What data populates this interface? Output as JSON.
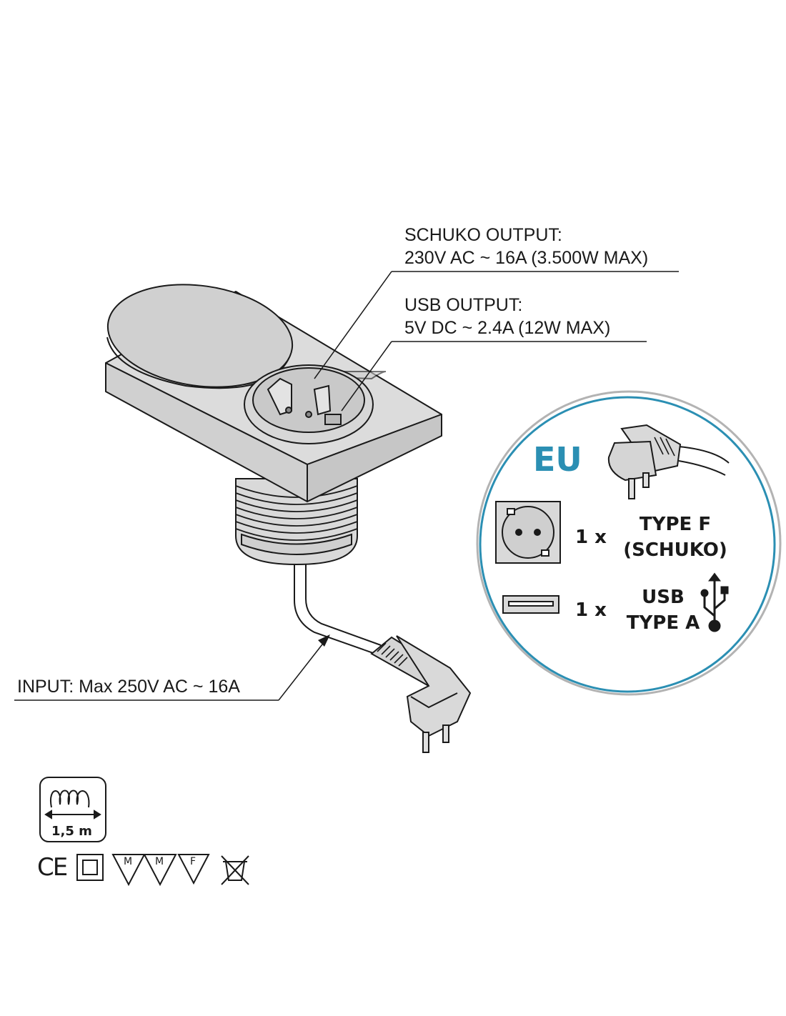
{
  "callouts": {
    "schuko_title": "SCHUKO OUTPUT:",
    "schuko_spec": "230V AC ~ 16A (3.500W MAX)",
    "usb_title": "USB OUTPUT:",
    "usb_spec": "5V DC ~ 2.4A  (12W MAX)",
    "input_spec": "INPUT: Max 250V AC ~ 16A"
  },
  "detail_circle": {
    "region": "EU",
    "socket": {
      "qty": "1 x",
      "type_line1": "TYPE F",
      "type_line2": "(SCHUKO)"
    },
    "usb": {
      "qty": "1 x",
      "type_line1": "USB",
      "type_line2": "TYPE A"
    }
  },
  "cable": {
    "length": "1,5 m"
  },
  "certifications": {
    "ce": "CE",
    "m1": "M",
    "m2": "M",
    "f": "F"
  },
  "colors": {
    "accent": "#2b8fb3",
    "product_gray": "#d4d4d4",
    "line": "#1a1a1a"
  },
  "icons": [
    "coil-cable-icon",
    "ce-mark-icon",
    "class-ii-icon",
    "m-mark-icon",
    "f-mark-icon",
    "weee-bin-icon",
    "usb-symbol-icon",
    "schuko-plug-icon"
  ]
}
